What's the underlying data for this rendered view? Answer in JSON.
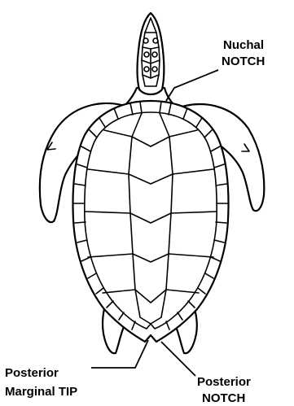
{
  "colors": {
    "stroke": "#000000",
    "background": "#ffffff"
  },
  "labels": {
    "nuchal_notch": {
      "line1": "Nuchal",
      "line2": "NOTCH"
    },
    "posterior_marginal_tip": {
      "line1": "Posterior",
      "line2": "Marginal TIP"
    },
    "posterior_notch": {
      "line1": "Posterior",
      "line2": "NOTCH"
    }
  }
}
